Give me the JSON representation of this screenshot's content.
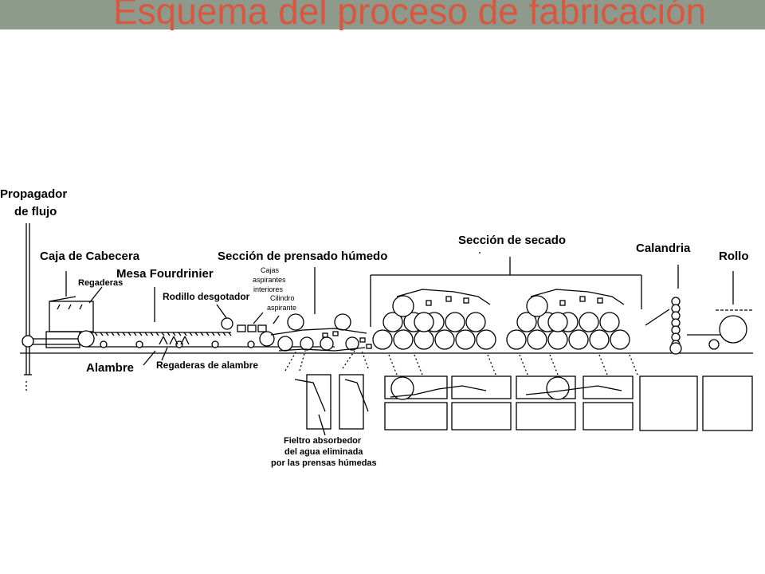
{
  "slide": {
    "title": "Esquema del proceso de fabricación",
    "title_color": "#d9573f",
    "band_color": "#8e9a8c"
  },
  "diagram": {
    "labels": {
      "propagador_1": "Propagador",
      "propagador_2": "de flujo",
      "caja_cabecera": "Caja de Cabecera",
      "regaderas": "Regaderas",
      "mesa_fourdrinier": "Mesa Fourdrinier",
      "rodillo_desgotador": "Rodillo desgotador",
      "alambre": "Alambre",
      "regaderas_alambre": "Regaderas de alambre",
      "seccion_prensado": "Sección de prensado húmedo",
      "cajas_1": "Cajas",
      "cajas_2": "aspirantes",
      "cajas_3": "interiores",
      "cilindro_1": "Cilindro",
      "cilindro_2": "aspirante",
      "seccion_secado": "Sección de secado",
      "calandria": "Calandria",
      "rollo": "Rollo",
      "fieltro_1": "Fieltro absorbedor",
      "fieltro_2": "del agua eliminada",
      "fieltro_3": "por las prensas húmedas"
    }
  }
}
